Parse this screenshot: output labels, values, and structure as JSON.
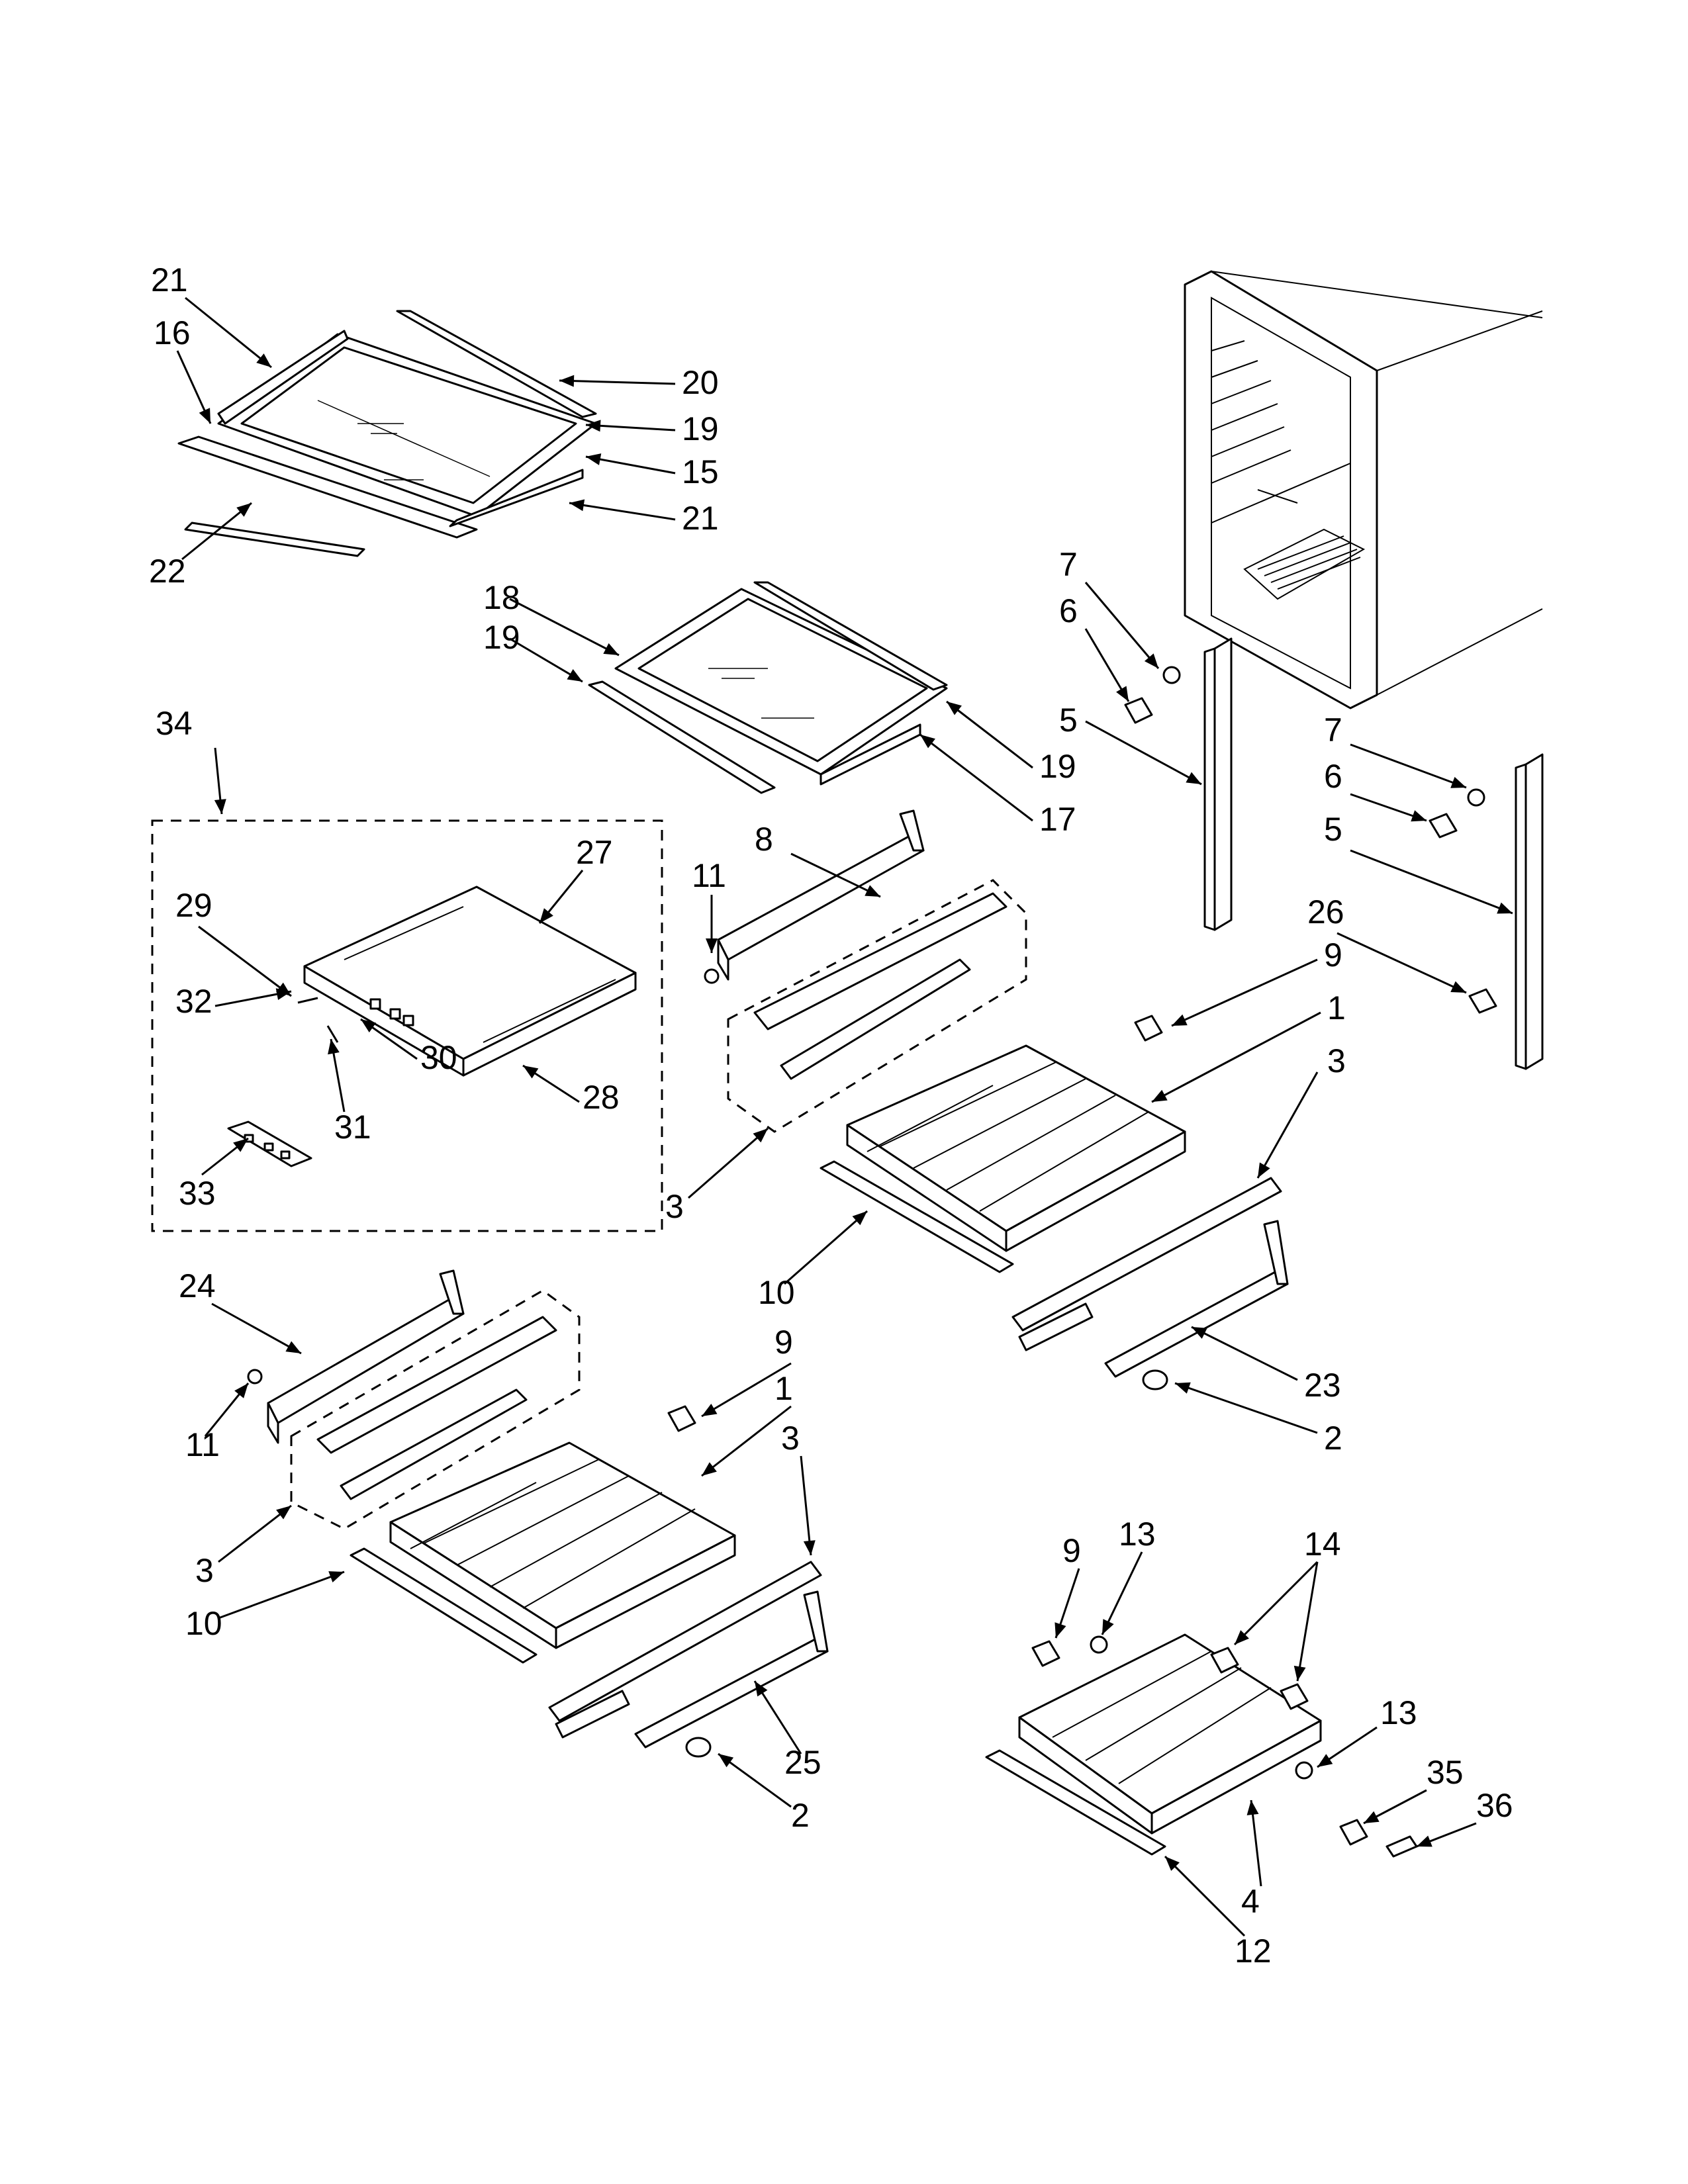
{
  "callouts": [
    {
      "id": "c21a",
      "text": "21"
    },
    {
      "id": "c16",
      "text": "16"
    },
    {
      "id": "c20",
      "text": "20"
    },
    {
      "id": "c19a",
      "text": "19"
    },
    {
      "id": "c15",
      "text": "15"
    },
    {
      "id": "c21b",
      "text": "21"
    },
    {
      "id": "c22",
      "text": "22"
    },
    {
      "id": "c18",
      "text": "18"
    },
    {
      "id": "c19b",
      "text": "19"
    },
    {
      "id": "c19c",
      "text": "19"
    },
    {
      "id": "c17",
      "text": "17"
    },
    {
      "id": "c7a",
      "text": "7"
    },
    {
      "id": "c6a",
      "text": "6"
    },
    {
      "id": "c5a",
      "text": "5"
    },
    {
      "id": "c7b",
      "text": "7"
    },
    {
      "id": "c6b",
      "text": "6"
    },
    {
      "id": "c5b",
      "text": "5"
    },
    {
      "id": "c26",
      "text": "26"
    },
    {
      "id": "c34",
      "text": "34"
    },
    {
      "id": "c27",
      "text": "27"
    },
    {
      "id": "c29",
      "text": "29"
    },
    {
      "id": "c32",
      "text": "32"
    },
    {
      "id": "c30",
      "text": "30"
    },
    {
      "id": "c28",
      "text": "28"
    },
    {
      "id": "c31",
      "text": "31"
    },
    {
      "id": "c33",
      "text": "33"
    },
    {
      "id": "c11a",
      "text": "11"
    },
    {
      "id": "c8",
      "text": "8"
    },
    {
      "id": "c9a",
      "text": "9"
    },
    {
      "id": "c1a",
      "text": "1"
    },
    {
      "id": "c3a",
      "text": "3"
    },
    {
      "id": "c3b",
      "text": "3"
    },
    {
      "id": "c10a",
      "text": "10"
    },
    {
      "id": "c23",
      "text": "23"
    },
    {
      "id": "c2a",
      "text": "2"
    },
    {
      "id": "c24",
      "text": "24"
    },
    {
      "id": "c11b",
      "text": "11"
    },
    {
      "id": "c9b",
      "text": "9"
    },
    {
      "id": "c1b",
      "text": "1"
    },
    {
      "id": "c3c",
      "text": "3"
    },
    {
      "id": "c3d",
      "text": "3"
    },
    {
      "id": "c10b",
      "text": "10"
    },
    {
      "id": "c25",
      "text": "25"
    },
    {
      "id": "c2b",
      "text": "2"
    },
    {
      "id": "c9c",
      "text": "9"
    },
    {
      "id": "c13a",
      "text": "13"
    },
    {
      "id": "c14",
      "text": "14"
    },
    {
      "id": "c13b",
      "text": "13"
    },
    {
      "id": "c35",
      "text": "35"
    },
    {
      "id": "c36",
      "text": "36"
    },
    {
      "id": "c4",
      "text": "4"
    },
    {
      "id": "c12",
      "text": "12"
    }
  ]
}
